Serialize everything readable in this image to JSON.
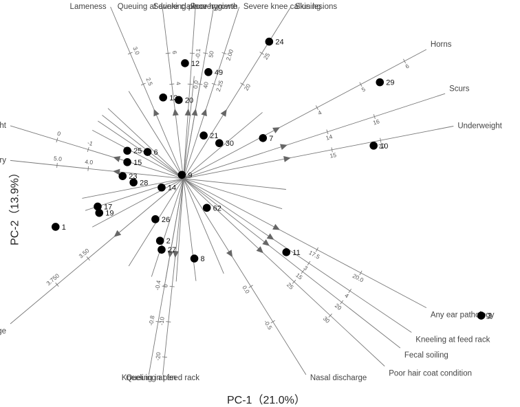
{
  "chart_data": {
    "type": "scatter",
    "subtype": "PCA biplot",
    "title": "",
    "xlabel": "PC-1（21.0%）",
    "ylabel": "PC-2（13.9%）",
    "points": [
      {
        "label": "1",
        "x": -0.82,
        "y": -0.38
      },
      {
        "label": "2",
        "x": -0.15,
        "y": -0.49
      },
      {
        "label": "3",
        "x": 1.91,
        "y": -1.08
      },
      {
        "label": "6",
        "x": -0.23,
        "y": 0.21
      },
      {
        "label": "7",
        "x": 0.51,
        "y": 0.32
      },
      {
        "label": "8",
        "x": 0.07,
        "y": -0.63
      },
      {
        "label": "9",
        "x": -0.01,
        "y": 0.03
      },
      {
        "label": "10",
        "x": 1.22,
        "y": 0.26
      },
      {
        "label": "11",
        "x": 0.66,
        "y": -0.58
      },
      {
        "label": "12",
        "x": 0.01,
        "y": 0.91
      },
      {
        "label": "13",
        "x": -0.13,
        "y": 0.64
      },
      {
        "label": "14",
        "x": -0.14,
        "y": -0.07
      },
      {
        "label": "15",
        "x": -0.36,
        "y": 0.13
      },
      {
        "label": "17",
        "x": -0.55,
        "y": -0.22
      },
      {
        "label": "19",
        "x": -0.54,
        "y": -0.27
      },
      {
        "label": "20",
        "x": -0.03,
        "y": 0.62
      },
      {
        "label": "21",
        "x": 0.13,
        "y": 0.34
      },
      {
        "label": "23",
        "x": -0.39,
        "y": 0.02
      },
      {
        "label": "24",
        "x": 0.55,
        "y": 1.08
      },
      {
        "label": "25",
        "x": -0.36,
        "y": 0.22
      },
      {
        "label": "26",
        "x": -0.18,
        "y": -0.32
      },
      {
        "label": "27",
        "x": -0.14,
        "y": -0.56
      },
      {
        "label": "28",
        "x": -0.32,
        "y": -0.03
      },
      {
        "label": "29",
        "x": 1.26,
        "y": 0.76
      },
      {
        "label": "30",
        "x": 0.23,
        "y": 0.28
      },
      {
        "label": "49",
        "x": 0.16,
        "y": 0.84
      },
      {
        "label": "62",
        "x": 0.15,
        "y": -0.23
      }
    ],
    "variables": [
      {
        "name": "Horns",
        "angle": 28,
        "ticks": [
          "4",
          "5",
          "6"
        ]
      },
      {
        "name": "Scurs",
        "angle": 18,
        "ticks": [
          "14",
          "16"
        ]
      },
      {
        "name": "Underweight",
        "angle": 11,
        "ticks": [
          "15",
          "20"
        ]
      },
      {
        "name": "Any ear pathology",
        "angle": -28,
        "ticks": [
          "17.5",
          "20.0"
        ]
      },
      {
        "name": "Kneeling at feed rack",
        "angle": -34,
        "ticks": [
          "3",
          "4"
        ]
      },
      {
        "name": "Fecal soiling",
        "angle": -38,
        "ticks": [
          "15",
          "20"
        ]
      },
      {
        "name": "Poor hair coat condition",
        "angle": -43,
        "ticks": [
          "25",
          "30"
        ]
      },
      {
        "name": "Nasal discharge",
        "angle": -58,
        "ticks": [
          "0.0",
          "-0.5"
        ]
      },
      {
        "name": "Queuing at feed rack",
        "angle": -96,
        "ticks": [
          "0",
          "-10",
          "-20"
        ]
      },
      {
        "name": "Kneeling in pen",
        "angle": -100,
        "ticks": [
          "-0.4",
          "-0.8"
        ]
      },
      {
        "name": "Ocular discharge",
        "angle": -140,
        "ticks": [
          "3.50",
          "3.750"
        ]
      },
      {
        "name": "Overweight",
        "angle": 163,
        "ticks": [
          "-1",
          "0"
        ]
      },
      {
        "name": "Udder asymmetry",
        "angle": 174,
        "ticks": [
          "4.0",
          "5.0"
        ]
      },
      {
        "name": "Lameness",
        "angle": 113,
        "ticks": [
          "2.5",
          "3.0"
        ]
      },
      {
        "name": "Queuing at drinking place",
        "angle": 97,
        "ticks": [
          "4",
          "6"
        ]
      },
      {
        "name": "Poor hygiene",
        "angle": 80,
        "ticks": [
          "40",
          "50"
        ]
      },
      {
        "name": "Severe claw overgrowth",
        "angle": 86,
        "ticks": [
          "0.0",
          "-0.1"
        ]
      },
      {
        "name": "Severe knee callusing",
        "angle": 72,
        "ticks": [
          "2.25",
          "2.00"
        ]
      },
      {
        "name": "Skin lesions",
        "angle": 58,
        "ticks": [
          "20",
          "25"
        ]
      }
    ],
    "xlim": [
      -1.0,
      2.0
    ],
    "ylim": [
      -1.6,
      1.3
    ],
    "grid": false,
    "legend": "none",
    "point_color": "#000000",
    "axis_color": "#777777",
    "arrow_color": "#666666"
  }
}
